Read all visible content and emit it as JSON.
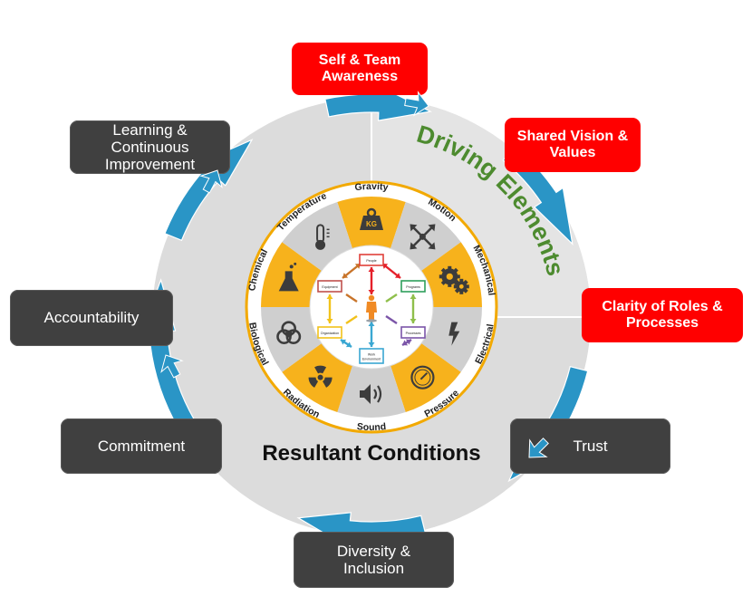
{
  "colors": {
    "outer_circle": "#dcdcdc",
    "outer_circle_light": "#e4e4e4",
    "driving_box": "#ff0000",
    "resultant_box": "#404040",
    "arrow": "#2a95c6",
    "wheel_gold": "#f7b21c",
    "wheel_gray": "#cfcfcf",
    "wheel_ring": "#ffffff",
    "wheel_rim": "#f2a900",
    "icon": "#3c3c3c",
    "driving_title": "#4d8b2f",
    "resultant_title": "#111111"
  },
  "driving_elements": {
    "title": "Driving Elements",
    "items": [
      {
        "label": "Self & Team\nAwareness"
      },
      {
        "label": "Shared Vision &\nValues"
      },
      {
        "label": "Clarity of Roles &\nProcesses"
      }
    ]
  },
  "resultant_conditions": {
    "title": "Resultant Conditions",
    "items": [
      {
        "label": "Trust"
      },
      {
        "label": "Diversity &\nInclusion"
      },
      {
        "label": "Commitment"
      },
      {
        "label": "Accountability"
      },
      {
        "label": "Learning &\nContinuous\nImprovement"
      }
    ]
  },
  "hazard_wheel": {
    "segments": [
      {
        "label": "Gravity",
        "icon": "weight-kg-icon",
        "icon_text": "KG",
        "fill": "gold"
      },
      {
        "label": "Motion",
        "icon": "move-arrows-icon",
        "fill": "gray"
      },
      {
        "label": "Mechanical",
        "icon": "gears-icon",
        "fill": "gold"
      },
      {
        "label": "Electrical",
        "icon": "lightning-icon",
        "fill": "gray"
      },
      {
        "label": "Pressure",
        "icon": "gauge-icon",
        "fill": "gold"
      },
      {
        "label": "Sound",
        "icon": "speaker-icon",
        "fill": "gray"
      },
      {
        "label": "Radiation",
        "icon": "radiation-icon",
        "fill": "gold"
      },
      {
        "label": "Biological",
        "icon": "biohazard-icon",
        "fill": "gray"
      },
      {
        "label": "Chemical",
        "icon": "flask-icon",
        "fill": "gold"
      },
      {
        "label": "Temperature",
        "icon": "thermometer-icon",
        "fill": "gray"
      }
    ],
    "hub": {
      "center_icon": "person-icon",
      "nodes": [
        {
          "label": "People",
          "color": "#e0403a"
        },
        {
          "label": "Programs",
          "color": "#2e9e5b"
        },
        {
          "label": "Processes",
          "color": "#7b55a8"
        },
        {
          "label": "Work\nEnvironment",
          "color": "#3aa7d2"
        },
        {
          "label": "Organization",
          "color": "#f2c21b"
        },
        {
          "label": "Equipment",
          "color": "#c0504d"
        }
      ],
      "arrow_colors": [
        "#e5202a",
        "#8fbf4b",
        "#7b55a8",
        "#3aa7d2",
        "#f2c21b",
        "#c8742a"
      ]
    }
  }
}
